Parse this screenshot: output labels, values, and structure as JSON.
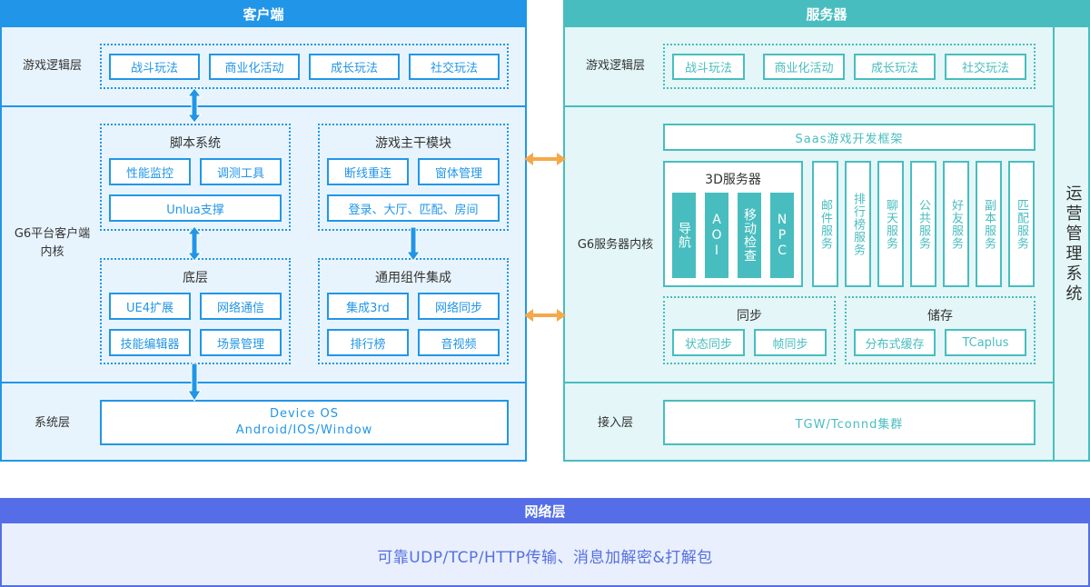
{
  "client": {
    "title": "客户端",
    "logic_label": "游戏逻辑层",
    "logic_items": [
      "战斗玩法",
      "商业化活动",
      "成长玩法",
      "社交玩法"
    ],
    "core_label": "G6平台客户端内核",
    "script": {
      "title": "脚本系统",
      "items": [
        "性能监控",
        "调测工具",
        "Unlua支撑"
      ]
    },
    "main": {
      "title": "游戏主干模块",
      "items": [
        "断线重连",
        "窗体管理",
        "登录、大厅、匹配、房间"
      ]
    },
    "base": {
      "title": "底层",
      "items": [
        "UE4扩展",
        "网络通信",
        "技能编辑器",
        "场景管理"
      ]
    },
    "common": {
      "title": "通用组件集成",
      "items": [
        "集成3rd",
        "网络同步",
        "排行榜",
        "音视频"
      ]
    },
    "sys_label": "系统层",
    "os_line1": "Device OS",
    "os_line2": "Android/IOS/Window"
  },
  "server": {
    "title": "服务器",
    "logic_label": "游戏逻辑层",
    "logic_items": [
      "战斗玩法",
      "商业化活动",
      "成长玩法",
      "社交玩法"
    ],
    "core_label": "G6服务器内核",
    "saas": "Saas游戏开发框架",
    "d3": {
      "title": "3D服务器",
      "items": [
        "导航",
        "AOI",
        "移动检查",
        "NPC"
      ]
    },
    "services": [
      "邮件服务",
      "排行榜服务",
      "聊天服务",
      "公共服务",
      "好友服务",
      "副本服务",
      "匹配服务"
    ],
    "sync": {
      "title": "同步",
      "items": [
        "状态同步",
        "帧同步"
      ]
    },
    "storage": {
      "title": "储存",
      "items": [
        "分布式缓存",
        "TCaplus"
      ]
    },
    "access_label": "接入层",
    "access": "TGW/Tconnd集群",
    "ops": "运营管理系统"
  },
  "network": {
    "title": "网络层",
    "desc": "可靠UDP/TCP/HTTP传输、消息加解密&打解包"
  },
  "colors": {
    "client": "#2196e8",
    "server": "#48bdbf",
    "network": "#556ee8",
    "arrow": "#f5a94a"
  }
}
